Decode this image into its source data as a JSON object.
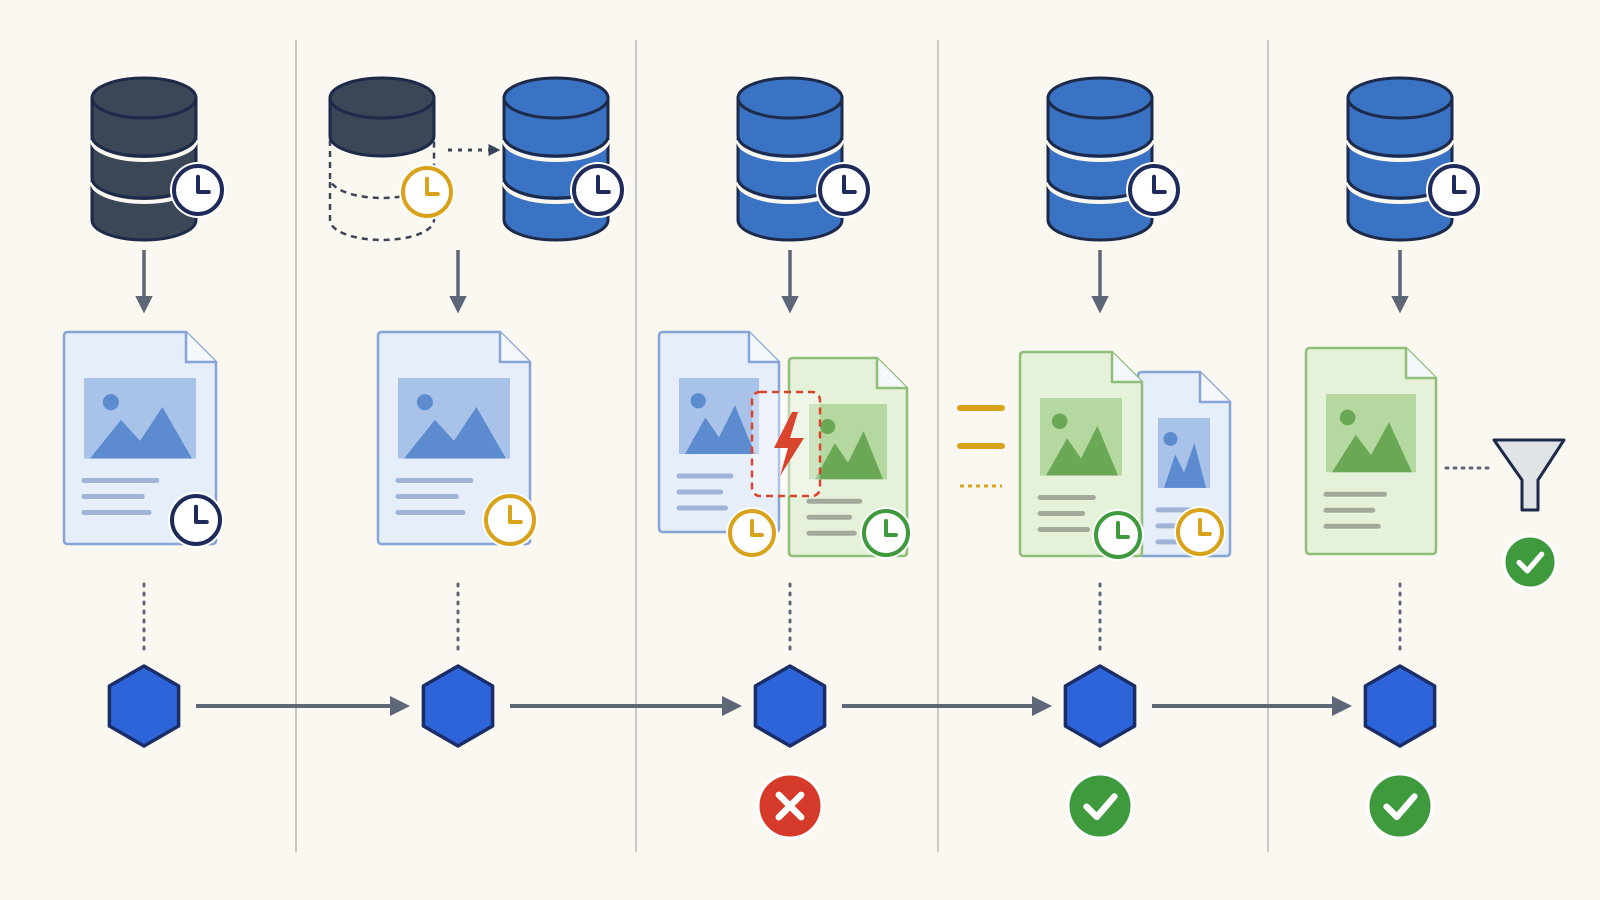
{
  "colors": {
    "background": "#fbf8f1",
    "divider": "#c9c9c9",
    "arrow": "#5d6777",
    "db_dark": "#3b4656",
    "db_blue": "#3b73c4",
    "outline": "#1e2a4a",
    "clock_dark": "#1e2a5a",
    "clock_amber": "#d9a21b",
    "doc_blue_fill": "#e6eefa",
    "doc_blue_stroke": "#86a4d6",
    "img_blue_bg": "#a9c2ea",
    "img_blue_fg": "#5d8bd0",
    "line_blue": "#9fb4d6",
    "doc_green_fill": "#e6f1da",
    "doc_green_stroke": "#90bf7a",
    "img_green_bg": "#b5d7a0",
    "img_green_fg": "#6aa856",
    "line_green": "#a3a99b",
    "conflict_red": "#d8442c",
    "hex_fill": "#2d64d9",
    "hex_stroke": "#1a2d66",
    "ok_green": "#3e9a3c",
    "fail_red": "#d63a2b",
    "filter_gray": "#e1e4e6"
  },
  "stages": [
    {
      "source": {
        "type": "database",
        "tone": "dark",
        "clock": "dark"
      },
      "document": {
        "variant": "blue-with-dark-clock"
      },
      "node": {
        "type": "hexagon"
      },
      "status": null
    },
    {
      "source": {
        "type": "database-migration",
        "from_tone": "dark",
        "from_clock": "amber",
        "to_tone": "blue",
        "to_clock": "dark"
      },
      "document": {
        "variant": "blue-with-amber-clock"
      },
      "node": {
        "type": "hexagon"
      },
      "status": null
    },
    {
      "source": {
        "type": "database",
        "tone": "blue",
        "clock": "dark"
      },
      "document": {
        "variant": "blue-and-green-conflict",
        "marker": "lightning-icon"
      },
      "node": {
        "type": "hexagon"
      },
      "status": "fail"
    },
    {
      "source": {
        "type": "database",
        "tone": "blue",
        "clock": "dark"
      },
      "document": {
        "variant": "green-preferred-over-blue",
        "marker": "equality-icon"
      },
      "node": {
        "type": "hexagon"
      },
      "status": "ok"
    },
    {
      "source": {
        "type": "database",
        "tone": "blue",
        "clock": "dark"
      },
      "document": {
        "variant": "green-filtered",
        "marker": "funnel-icon",
        "marker_status": "ok"
      },
      "node": {
        "type": "hexagon"
      },
      "status": "ok"
    }
  ]
}
